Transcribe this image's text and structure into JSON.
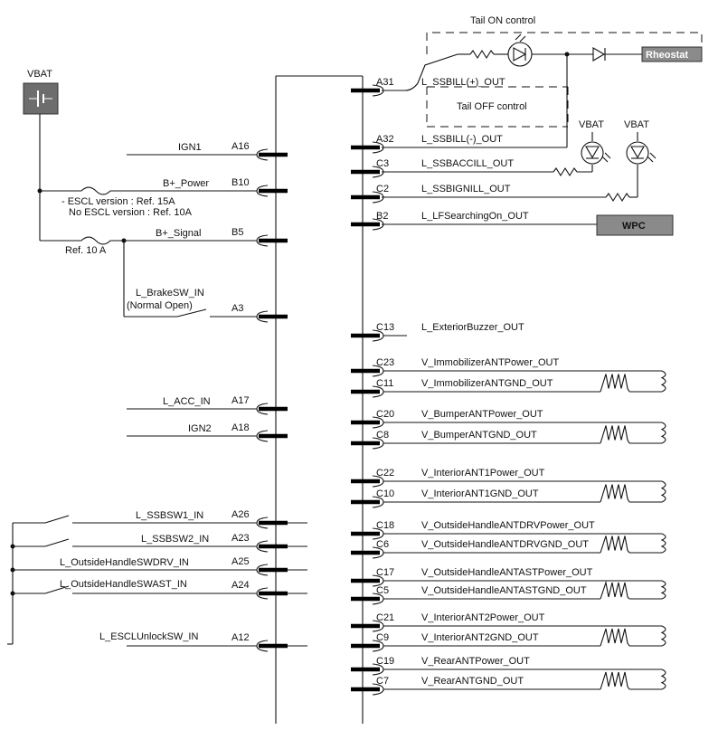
{
  "title": "",
  "blocks": {
    "tail_on": "Tail ON control",
    "tail_off": "Tail OFF control",
    "rheostat": "Rheostat",
    "wpc": "WPC",
    "vbat_left": "VBAT",
    "vbat_right1": "VBAT",
    "vbat_right2": "VBAT"
  },
  "notes": {
    "escl_line1": "- ESCL version :  Ref. 15A",
    "escl_line2": "No ESCL version : Ref. 10A",
    "fuse_signal": "Ref. 10 A",
    "brake_normal": "(Normal Open)"
  },
  "left_pins": [
    {
      "pin": "A16",
      "signal": "IGN1"
    },
    {
      "pin": "B10",
      "signal": "B+_Power"
    },
    {
      "pin": "B5",
      "signal": "B+_Signal"
    },
    {
      "pin": "A3",
      "signal": "L_BrakeSW_IN"
    },
    {
      "pin": "A17",
      "signal": "L_ACC_IN"
    },
    {
      "pin": "A18",
      "signal": "IGN2"
    },
    {
      "pin": "A26",
      "signal": "L_SSBSW1_IN"
    },
    {
      "pin": "A23",
      "signal": "L_SSBSW2_IN"
    },
    {
      "pin": "A25",
      "signal": "L_OutsideHandleSWDRV_IN"
    },
    {
      "pin": "A24",
      "signal": "L_OutsideHandleSWAST_IN"
    },
    {
      "pin": "A12",
      "signal": "L_ESCLUnlockSW_IN"
    }
  ],
  "right_pins": [
    {
      "pin": "A31",
      "signal": "L_SSBILL(+)_OUT"
    },
    {
      "pin": "A32",
      "signal": "L_SSBILL(-)_OUT"
    },
    {
      "pin": "C3",
      "signal": "L_SSBACCILL_OUT"
    },
    {
      "pin": "C2",
      "signal": "L_SSBIGNILL_OUT"
    },
    {
      "pin": "B2",
      "signal": "L_LFSearchingOn_OUT"
    },
    {
      "pin": "C13",
      "signal": "L_ExteriorBuzzer_OUT"
    },
    {
      "pin": "C23",
      "signal": "V_ImmobilizerANTPower_OUT"
    },
    {
      "pin": "C11",
      "signal": "V_ImmobilizerANTGND_OUT"
    },
    {
      "pin": "C20",
      "signal": "V_BumperANTPower_OUT"
    },
    {
      "pin": "C8",
      "signal": "V_BumperANTGND_OUT"
    },
    {
      "pin": "C22",
      "signal": "V_InteriorANT1Power_OUT"
    },
    {
      "pin": "C10",
      "signal": "V_InteriorANT1GND_OUT"
    },
    {
      "pin": "C18",
      "signal": "V_OutsideHandleANTDRVPower_OUT"
    },
    {
      "pin": "C6",
      "signal": "V_OutsideHandleANTDRVGND_OUT"
    },
    {
      "pin": "C17",
      "signal": "V_OutsideHandleANTASTPower_OUT"
    },
    {
      "pin": "C5",
      "signal": "V_OutsideHandleANTASTGND_OUT"
    },
    {
      "pin": "C21",
      "signal": "V_InteriorANT2Power_OUT"
    },
    {
      "pin": "C9",
      "signal": "V_InteriorANT2GND_OUT"
    },
    {
      "pin": "C19",
      "signal": "V_RearANTPower_OUT"
    },
    {
      "pin": "C7",
      "signal": "V_RearANTGND_OUT"
    }
  ]
}
